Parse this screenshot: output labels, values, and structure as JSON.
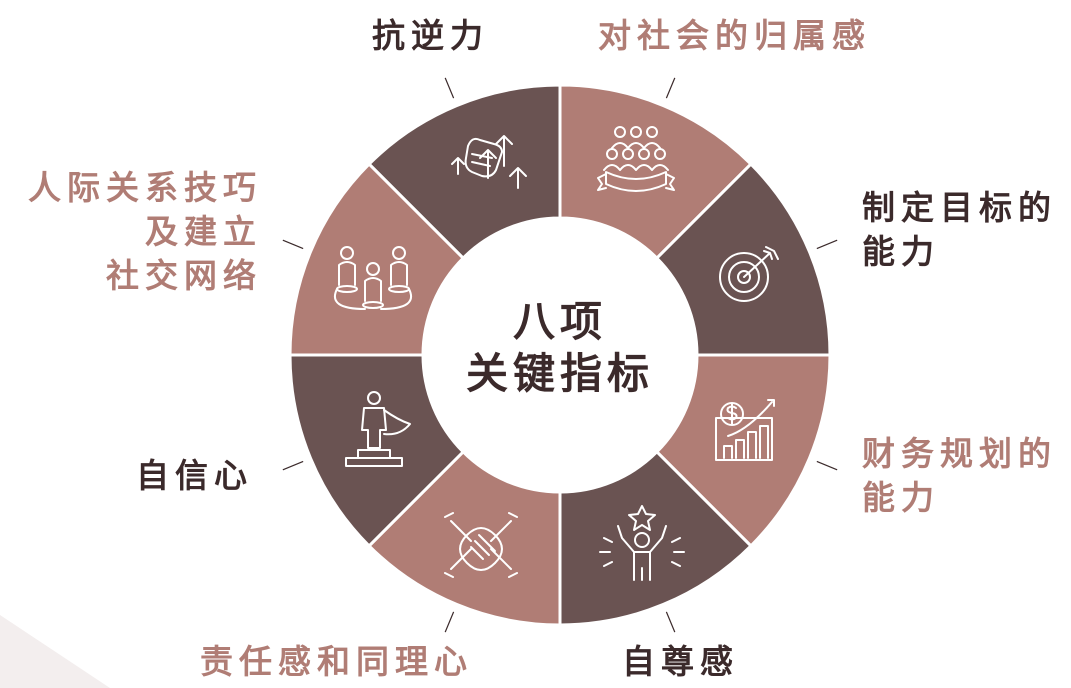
{
  "center": {
    "line1": "八项",
    "line2": "关键指标"
  },
  "colors": {
    "dark_segment": "#6a5352",
    "rose_segment": "#b07d75",
    "dark_text": "#3b2a2b",
    "rose_text": "#b07d75",
    "icon_stroke": "#ffffff"
  },
  "segments": [
    {
      "label": "抗逆力",
      "icon": "arrows-up-hands-icon"
    },
    {
      "label": "对社会的归属感",
      "icon": "group-banner-icon"
    },
    {
      "label_lines": [
        "制定目标的",
        "能力"
      ],
      "icon": "target-arrow-icon"
    },
    {
      "label_lines": [
        "财务规划的",
        "能力"
      ],
      "icon": "money-growth-chart-icon"
    },
    {
      "label": "自尊感",
      "icon": "cheering-person-star-icon"
    },
    {
      "label": "责任感和同理心",
      "icon": "stacked-hands-icon"
    },
    {
      "label": "自信心",
      "icon": "hero-on-podium-icon"
    },
    {
      "label_lines": [
        "人际关系技巧",
        "及建立",
        "社交网络"
      ],
      "icon": "people-network-icon"
    }
  ]
}
